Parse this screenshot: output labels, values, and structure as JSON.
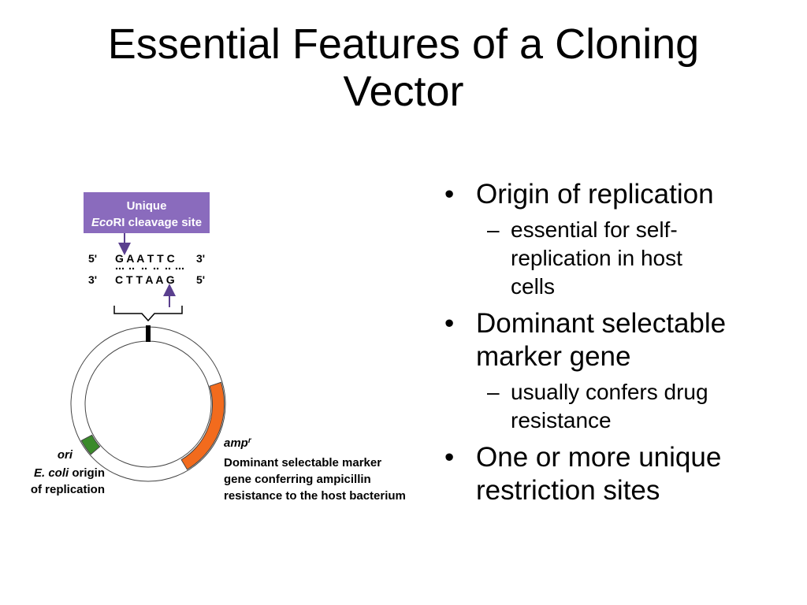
{
  "slide": {
    "title_line1": "Essential Features of a Cloning",
    "title_line2": "Vector"
  },
  "diagram": {
    "callout_line1": "Unique",
    "callout_line2_italic": "Eco",
    "callout_line2_rest": "RI cleavage site",
    "top_strand": {
      "left_end": "5'",
      "sequence": "G A A T T C",
      "right_end": "3'"
    },
    "bottom_strand": {
      "left_end": "3'",
      "sequence": "C T T A A G",
      "right_end": "5'"
    },
    "ori": {
      "label": "ori",
      "desc_italic": "E. coli",
      "desc_rest": " origin",
      "desc_line2": "of replication",
      "color": "#3a8a2a"
    },
    "amp": {
      "label": "amp",
      "label_sup": "r",
      "desc_line1": "Dominant selectable marker",
      "desc_line2": "gene conferring ampicillin",
      "desc_line3": "resistance to the host bacterium",
      "color": "#f26b1d"
    },
    "callout_color": "#8a6bbd"
  },
  "bullets": [
    {
      "text": "Origin of replication",
      "sub": [
        "essential for self-",
        "replication in host",
        "cells"
      ]
    },
    {
      "text": "Dominant selectable",
      "text2": "marker gene",
      "sub": [
        "usually confers drug",
        "resistance"
      ]
    },
    {
      "text": "One or more unique",
      "text2": "restriction sites"
    }
  ]
}
